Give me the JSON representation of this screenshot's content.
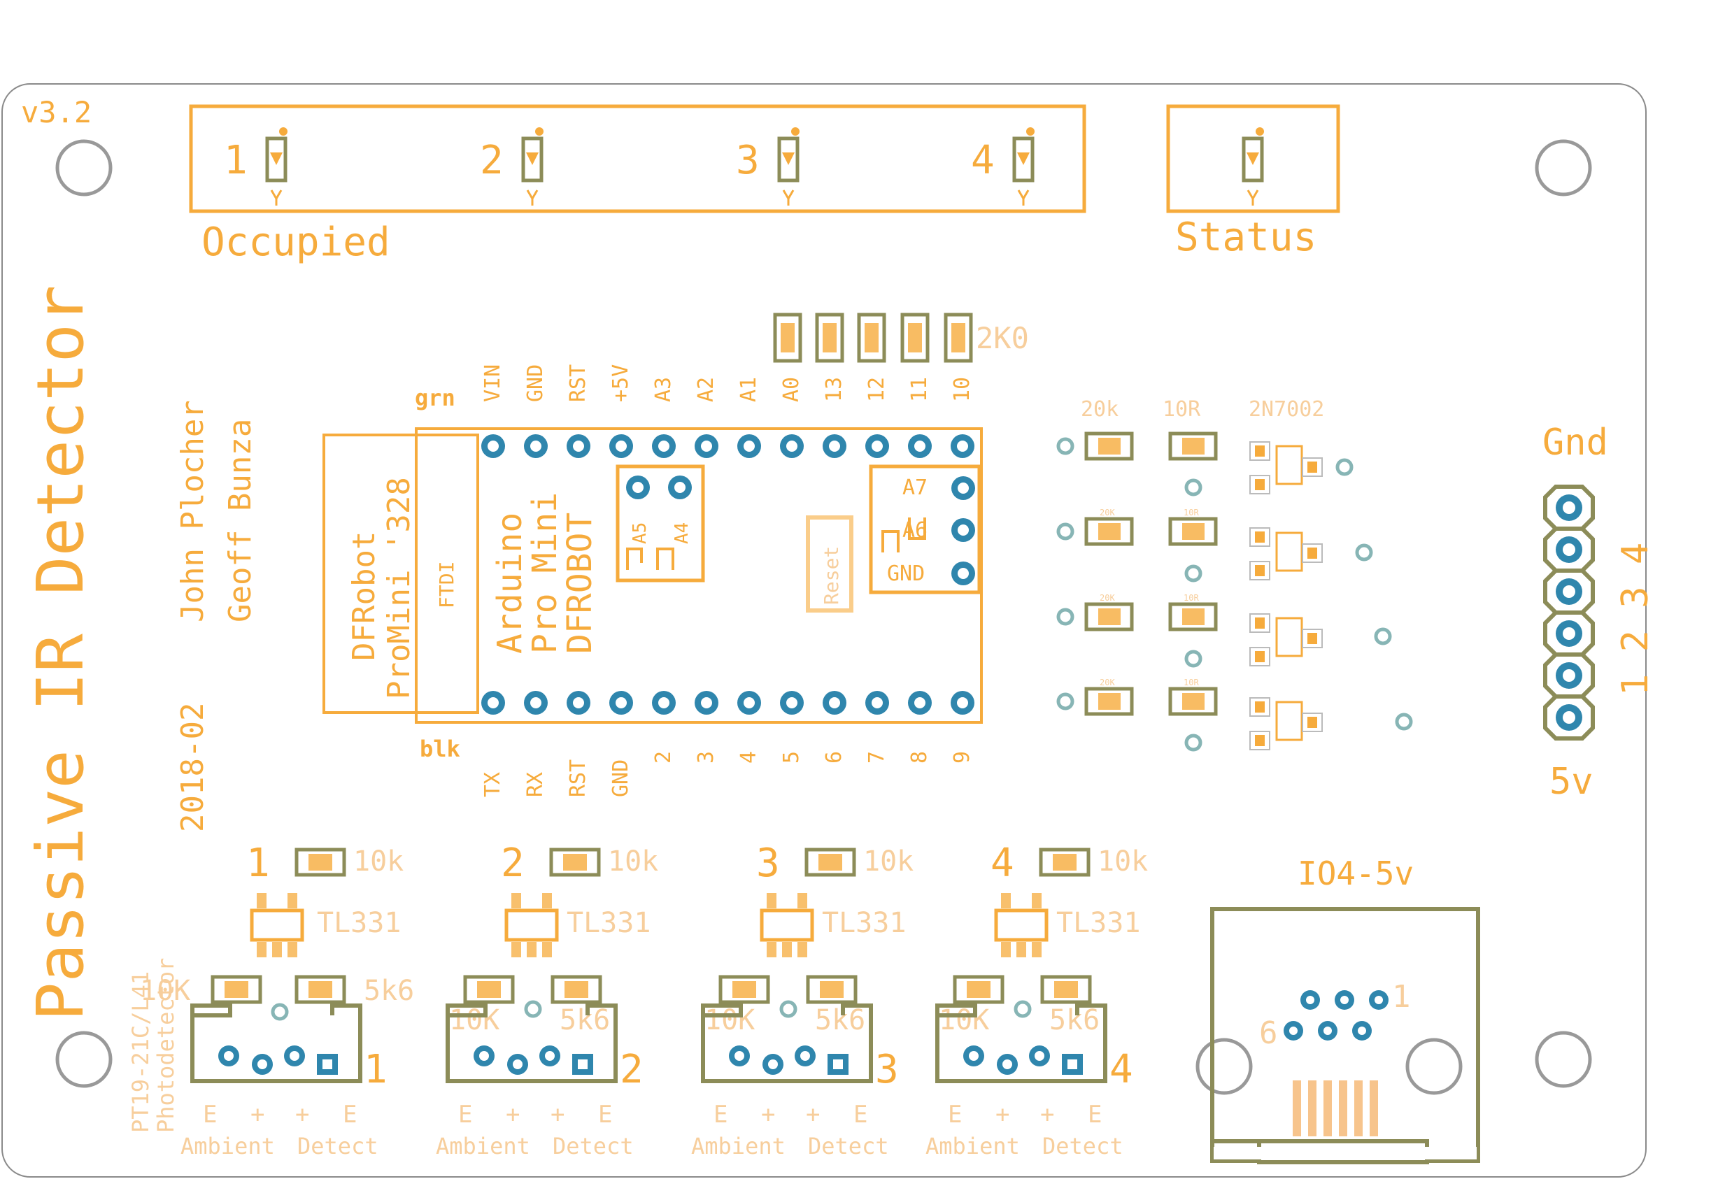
{
  "board": {
    "version": "v3.2",
    "title": "Passive IR Detector",
    "authors": [
      "John Plocher",
      "Geoff Bunza"
    ],
    "date": "2018-02",
    "module_silk": [
      "DFRobot",
      "ProMini '328"
    ],
    "ftdi": "FTDI",
    "arduino": [
      "Arduino",
      "Pro Mini",
      "DFROBOT"
    ],
    "reset": "Reset",
    "wire_top": "grn",
    "wire_bottom": "blk"
  },
  "leds": {
    "numbers": [
      "1",
      "2",
      "3",
      "4"
    ],
    "occupied_label": "Occupied",
    "status_label": "Status"
  },
  "resistor_bank": {
    "label": "2K0"
  },
  "header_top_pins": [
    "VIN",
    "GND",
    "RST",
    "+5V",
    "A3",
    "A2",
    "A1",
    "A0",
    "13",
    "12",
    "11",
    "10"
  ],
  "header_bottom_pins": [
    "TX",
    "RX",
    "RST",
    "GND",
    "2",
    "3",
    "4",
    "5",
    "6",
    "7",
    "8",
    "9"
  ],
  "a45_labels": [
    "A5",
    "A4"
  ],
  "right_block": [
    "A7",
    "A6",
    "GND"
  ],
  "driver_labels": {
    "r1": "20k",
    "r2": "10R",
    "fet": "2N7002",
    "r1_small": "20K",
    "r2_small": "10R"
  },
  "connector": {
    "gnd": "Gnd",
    "v5": "5v",
    "channels": "1 2 3 4"
  },
  "channels": [
    {
      "num": "1",
      "r_top": "10k",
      "ic": "TL331",
      "r_left": "10K",
      "r_right": "5k6"
    },
    {
      "num": "2",
      "r_top": "10k",
      "ic": "TL331",
      "r_left": "10K",
      "r_right": "5k6"
    },
    {
      "num": "3",
      "r_top": "10k",
      "ic": "TL331",
      "r_left": "10K",
      "r_right": "5k6"
    },
    {
      "num": "4",
      "r_top": "10k",
      "ic": "TL331",
      "r_left": "10K",
      "r_right": "5k6"
    }
  ],
  "sensor_pins": [
    "E",
    "+",
    "+",
    "E"
  ],
  "sensor_labels": [
    "Ambient",
    "Detect"
  ],
  "photodetector": [
    "PT19-21C/L41",
    "Photodetector"
  ],
  "io_connector": {
    "label": "IO4-5v",
    "pin_first": "1",
    "pin_last": "6"
  },
  "colors": {
    "silk": "#f6ab3c",
    "outline": "#8c8c58",
    "pad": "#2f86ad"
  }
}
